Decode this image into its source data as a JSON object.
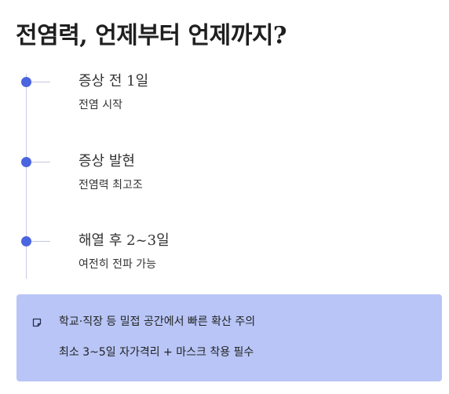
{
  "title": "전염력, 언제부터 언제까지?",
  "timeline": [
    {
      "heading": "증상 전 1일",
      "sub": "전염 시작"
    },
    {
      "heading": "증상 발현",
      "sub": "전염력 최고조"
    },
    {
      "heading": "해열 후 2~3일",
      "sub": "여전히 전파 가능"
    }
  ],
  "note": {
    "icon": "note-icon",
    "line1": "학교·직장 등 밀접 공간에서 빠른 확산 주의",
    "line2": "최소 3~5일 자가격리 + 마스크 착용 필수"
  },
  "colors": {
    "accent": "#4b64e0",
    "note_background": "#b8c5f6",
    "timeline_line": "#c9cbe0"
  }
}
